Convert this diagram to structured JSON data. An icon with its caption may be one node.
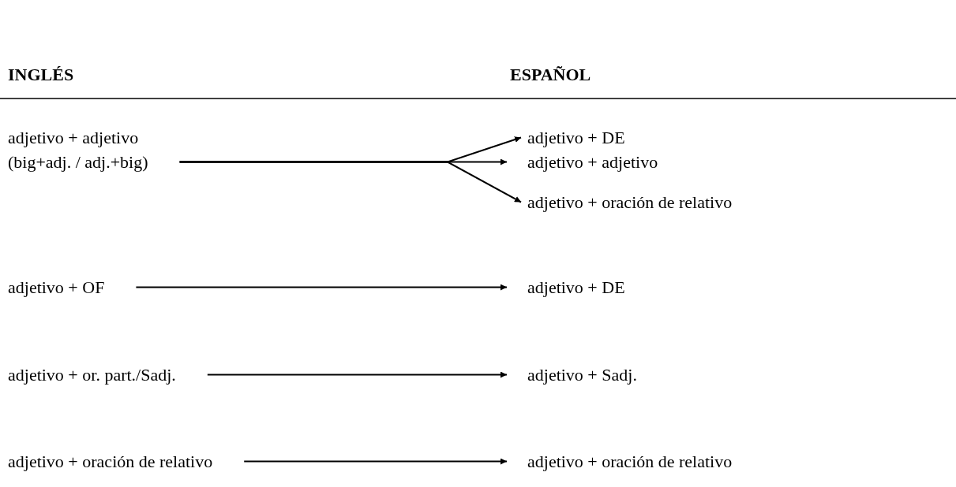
{
  "diagram": {
    "nodes": [
      {
        "text": [
          "adjetivo + adjetivo",
          "(big+adj. / adj.+big)"
        ]
      },
      {
        "text": [
          "adjetivo + DE"
        ]
      },
      {
        "text": [
          "adjetivo + adjetivo"
        ]
      },
      {
        "text": [
          "adjetivo + oración de relativo"
        ]
      },
      {
        "text": [
          "adjetivo + OF"
        ]
      },
      {
        "text": [
          "adjetivo + DE"
        ]
      },
      {
        "text": [
          "adjetivo + or. part./Sadj."
        ]
      },
      {
        "text": [
          "adjetivo + Sadj."
        ]
      },
      {
        "text": [
          "adjetivo + oración de relativo"
        ]
      },
      {
        "text": [
          "adjetivo + oración de relativo"
        ]
      }
    ],
    "edges": [
      {
        "from": 0,
        "to": 1,
        "arrow": "to"
      },
      {
        "from": 0,
        "to": 2,
        "arrow": "to"
      },
      {
        "from": 0,
        "to": 3,
        "arrow": "to"
      },
      {
        "from": 4,
        "to": 5,
        "arrow": "to"
      },
      {
        "from": 6,
        "to": 7,
        "arrow": "to"
      },
      {
        "from": 8,
        "to": 9,
        "arrow": "to"
      }
    ],
    "labels": [
      "INGLÉS",
      "ESPAÑOL"
    ]
  }
}
